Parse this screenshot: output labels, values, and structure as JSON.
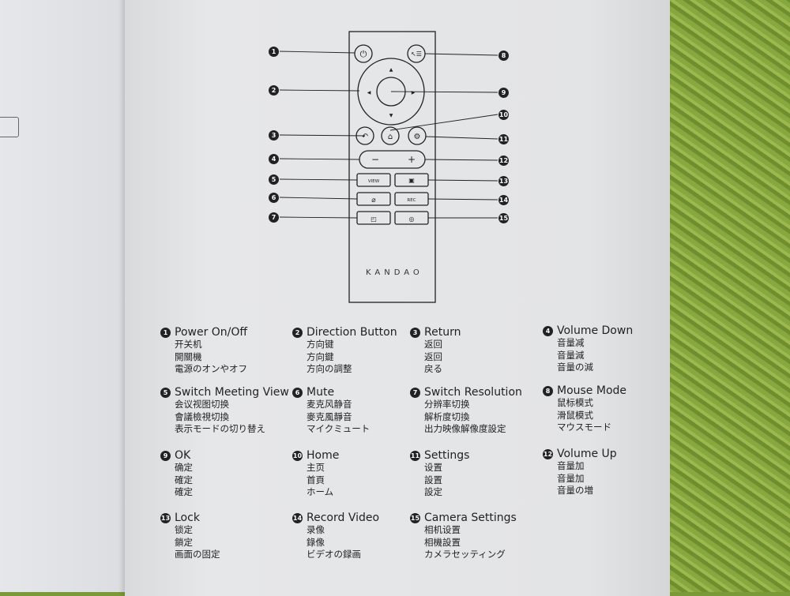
{
  "remote": {
    "brand": "KANDAO",
    "view_label": "VIEW",
    "rec_label": "REC",
    "callouts_left": [
      "1",
      "2",
      "3",
      "4",
      "5",
      "6",
      "7"
    ],
    "callouts_right": [
      "8",
      "9",
      "10",
      "11",
      "12",
      "13",
      "14",
      "15"
    ]
  },
  "legend": [
    {
      "n": "1",
      "title": "Power On/Off",
      "lines": [
        "开关机",
        "開關機",
        "電源のオンやオフ"
      ]
    },
    {
      "n": "2",
      "title": "Direction Button",
      "lines": [
        "方向键",
        "方向鍵",
        "方向の調整"
      ]
    },
    {
      "n": "3",
      "title": "Return",
      "lines": [
        "返回",
        "返回",
        "戻る"
      ]
    },
    {
      "n": "4",
      "title": "Volume Down",
      "lines": [
        "音量减",
        "音量減",
        "音量の減"
      ]
    },
    {
      "n": "5",
      "title": "Switch Meeting View",
      "lines": [
        "会议视图切换",
        "會議檢視切換",
        "表示モードの切り替え"
      ]
    },
    {
      "n": "6",
      "title": "Mute",
      "lines": [
        "麦克风静音",
        "麥克風靜音",
        "マイクミュート"
      ]
    },
    {
      "n": "7",
      "title": "Switch Resolution",
      "lines": [
        "分辨率切换",
        "解析度切換",
        "出力映像解像度設定"
      ]
    },
    {
      "n": "8",
      "title": "Mouse Mode",
      "lines": [
        "鼠标模式",
        "滑鼠模式",
        "マウスモード"
      ]
    },
    {
      "n": "9",
      "title": "OK",
      "lines": [
        "确定",
        "確定",
        "確定"
      ]
    },
    {
      "n": "10",
      "title": "Home",
      "lines": [
        "主页",
        "首頁",
        "ホーム"
      ]
    },
    {
      "n": "11",
      "title": "Settings",
      "lines": [
        "设置",
        "設置",
        "設定"
      ]
    },
    {
      "n": "12",
      "title": "Volume Up",
      "lines": [
        "音量加",
        "音量加",
        "音量の増"
      ]
    },
    {
      "n": "13",
      "title": "Lock",
      "lines": [
        "锁定",
        "鎖定",
        "画面の固定"
      ]
    },
    {
      "n": "14",
      "title": "Record Video",
      "lines": [
        "录像",
        "錄像",
        "ビデオの録画"
      ]
    },
    {
      "n": "15",
      "title": "Camera Settings",
      "lines": [
        "相机设置",
        "相機設置",
        "カメラセッティング"
      ]
    }
  ]
}
